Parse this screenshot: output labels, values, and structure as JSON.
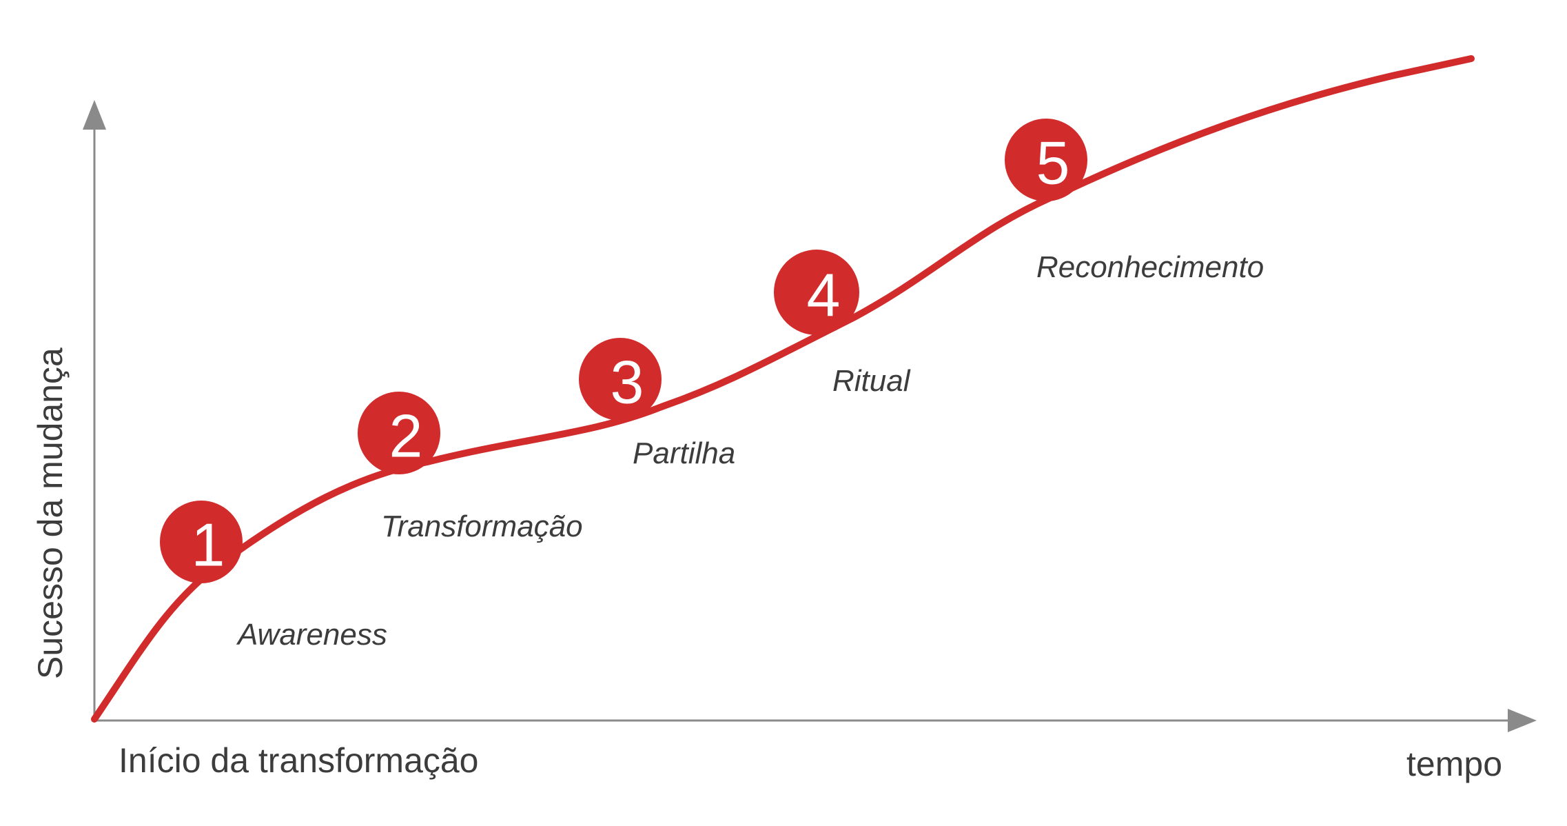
{
  "axes": {
    "y_label": "Sucesso da mudança",
    "x_origin_label": "Início da transformação",
    "x_end_label": "tempo"
  },
  "stages": [
    {
      "number": "1",
      "label": "Awareness"
    },
    {
      "number": "2",
      "label": "Transformação"
    },
    {
      "number": "3",
      "label": "Partilha"
    },
    {
      "number": "4",
      "label": "Ritual"
    },
    {
      "number": "5",
      "label": "Reconhecimento"
    }
  ],
  "colors": {
    "accent": "#d22b2b",
    "axis": "#8a8a8a",
    "text": "#3c3c3c"
  }
}
